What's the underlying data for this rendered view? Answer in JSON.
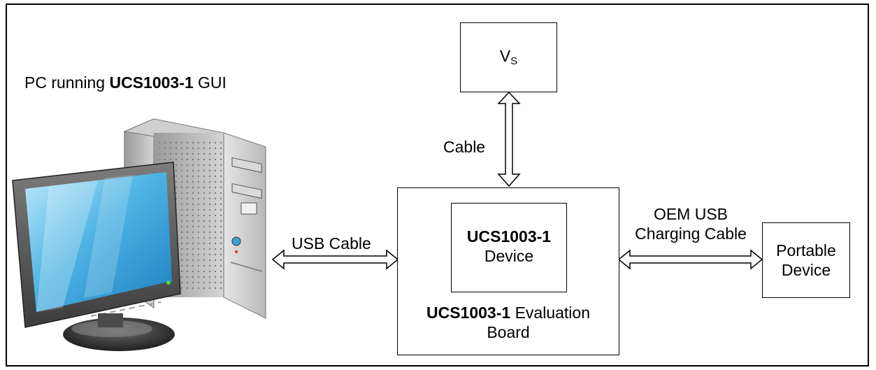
{
  "pc": {
    "label_prefix": "PC running ",
    "label_bold": "UCS1003-1",
    "label_suffix": " GUI"
  },
  "vs": {
    "main": "V",
    "sub": "S"
  },
  "cable_label": "Cable",
  "usb_cable_label": "USB Cable",
  "eval_board": {
    "device_bold": "UCS1003-1",
    "device_line2": "Device",
    "board_bold": "UCS1003-1",
    "board_suffix": " Evaluation",
    "board_line2": "Board"
  },
  "oem_cable": {
    "line1": "OEM USB",
    "line2": "Charging Cable"
  },
  "portable": {
    "line1": "Portable",
    "line2": "Device"
  }
}
